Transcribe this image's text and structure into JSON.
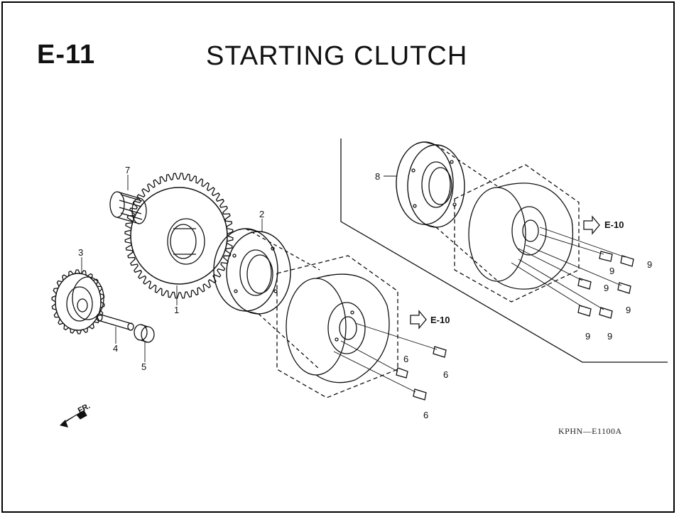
{
  "header": {
    "section_code": "E-11",
    "title": "STARTING CLUTCH"
  },
  "parts": [
    {
      "number": "1"
    },
    {
      "number": "2"
    },
    {
      "number": "3"
    },
    {
      "number": "4"
    },
    {
      "number": "5"
    },
    {
      "number": "6"
    },
    {
      "number": "7"
    },
    {
      "number": "8"
    },
    {
      "number": "9"
    }
  ],
  "cross_references": [
    "E-10",
    "E-10"
  ],
  "front_indicator": "FR.",
  "reference_code": "KPHN—E1100A",
  "colors": {
    "line": "#111111",
    "background": "#ffffff"
  }
}
